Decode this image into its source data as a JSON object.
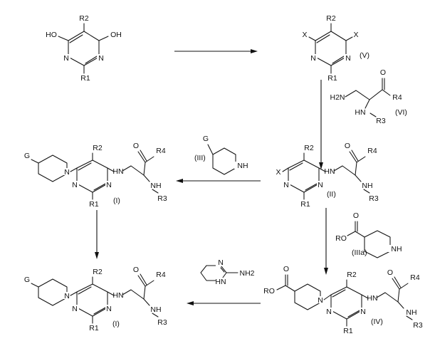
{
  "atoms": {
    "oh": "OH",
    "ho": "HO",
    "n": "N",
    "nh": "NH",
    "hn": "HN",
    "h2n": "H2N",
    "nh2": "NH2",
    "o": "O",
    "x": "X",
    "g": "G",
    "ro": "RO",
    "r1": "R1",
    "r2": "R2",
    "r3": "R3",
    "r4": "R4"
  },
  "compound_labels": {
    "v": "(V)",
    "vi": "(VI)",
    "iii": "(III)",
    "ii": "(II)",
    "i_top": "(I)",
    "i_bottom": "(I)",
    "iiia": "(IIIa)",
    "iv": "(IV)"
  },
  "colors": {
    "ink": "#111111",
    "background": "#ffffff"
  }
}
